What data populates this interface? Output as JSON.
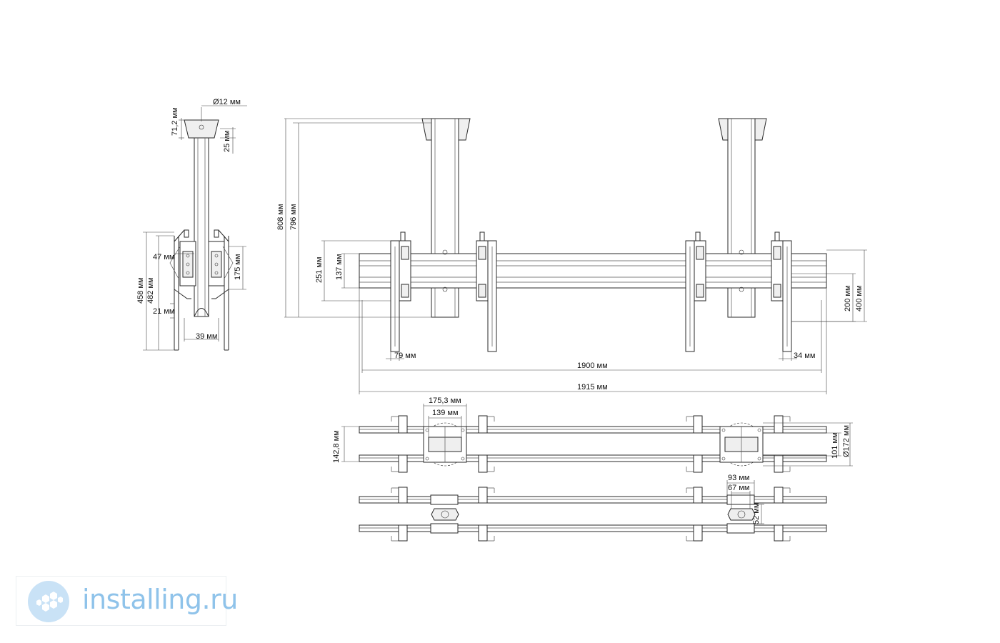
{
  "diagram": {
    "side_view": {
      "labels": {
        "rod_diameter": "Ø12 мм",
        "flange_height": "71,2 мм",
        "flange_depth": "25 мм",
        "bracket_offset": "47 мм",
        "bracket_height": "175 мм",
        "overall_height_a": "458 мм",
        "overall_height_b": "482 мм",
        "foot_depth": "21 мм",
        "column_width": "39 мм"
      }
    },
    "front_view": {
      "labels": {
        "drop_height_a": "808 мм",
        "drop_height_b": "796 мм",
        "bracket_span_a": "251 мм",
        "bracket_span_b": "137 мм",
        "vesa_a": "200 мм",
        "vesa_b": "400 мм",
        "left_offset": "79 мм",
        "right_offset": "34 мм",
        "rail_length_a": "1900 мм",
        "rail_length_b": "1915 мм"
      }
    },
    "top_view_1": {
      "labels": {
        "plate_width_a": "175,3 мм",
        "plate_width_b": "139 мм",
        "rail_spacing": "142,8 мм",
        "plate_inner": "101 мм",
        "plate_diameter": "Ø172 мм"
      }
    },
    "top_view_2": {
      "labels": {
        "clamp_width_a": "93 мм",
        "clamp_width_b": "67 мм",
        "clamp_height": "52 мм"
      }
    }
  },
  "logo": {
    "text": "installing.ru",
    "icon": "cloud-hexagon-logo-icon",
    "color": "#8fc3ea"
  }
}
